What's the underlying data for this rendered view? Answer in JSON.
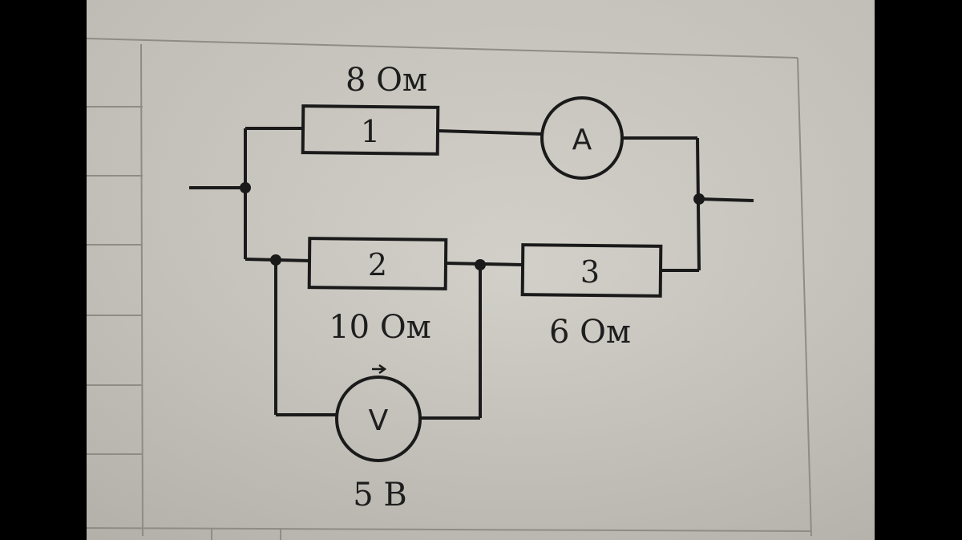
{
  "resistor_1": {
    "number": "1",
    "value": "8 Ом"
  },
  "resistor_2": {
    "number": "2",
    "value": "10 Ом"
  },
  "resistor_3": {
    "number": "3",
    "value": "6 Ом"
  },
  "ammeter": {
    "symbol": "A"
  },
  "voltmeter": {
    "symbol": "V",
    "reading": "5 В"
  }
}
